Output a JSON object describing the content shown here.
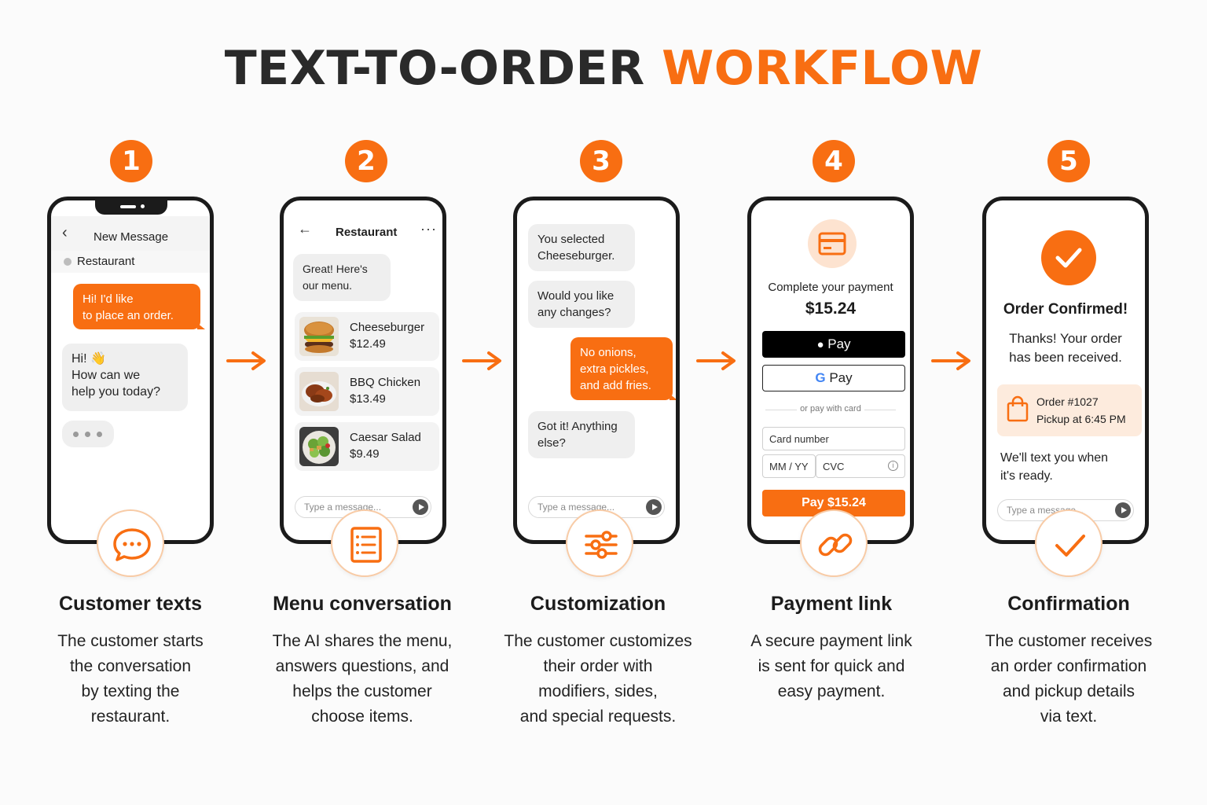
{
  "title": {
    "main": "TEXT-TO-ORDER",
    "accent": "WORKFLOW"
  },
  "colors": {
    "accent": "#f86e12",
    "phone_frame": "#1b1b1b",
    "bubble_grey": "#efefef"
  },
  "steps": [
    {
      "number": "1",
      "title": "Customer texts",
      "description": [
        "The customer starts",
        "the conversation",
        "by texting the",
        "restaurant."
      ],
      "icon": "chat-bubble-icon",
      "screen": {
        "header": "New Message",
        "contact": "Restaurant",
        "outgoing": [
          "Hi! I'd like",
          "to place an order."
        ],
        "incoming": [
          "Hi! 👋",
          "How can we",
          "help you today?"
        ]
      }
    },
    {
      "number": "2",
      "title": "Menu conversation",
      "description": [
        "The AI shares the menu,",
        "answers questions, and",
        "helps the customer",
        "choose items."
      ],
      "icon": "menu-list-icon",
      "screen": {
        "header": "Restaurant",
        "incoming": [
          "Great! Here's",
          "our menu."
        ],
        "items": [
          {
            "name": "Cheeseburger",
            "price": "$12.49"
          },
          {
            "name": "BBQ Chicken",
            "price": "$13.49"
          },
          {
            "name": "Caesar Salad",
            "price": "$9.49"
          }
        ],
        "placeholder": "Type a message..."
      }
    },
    {
      "number": "3",
      "title": "Customization",
      "description": [
        "The customer customizes",
        "their order with",
        "modifiers, sides,",
        "and special requests."
      ],
      "icon": "sliders-icon",
      "screen": {
        "msg1": [
          "You selected",
          "Cheeseburger."
        ],
        "msg2": [
          "Would you like",
          "any changes?"
        ],
        "reply": [
          "No onions,",
          "extra pickles,",
          "and add fries."
        ],
        "msg3": [
          "Got it! Anything",
          "else?"
        ],
        "placeholder": "Type a message..."
      }
    },
    {
      "number": "4",
      "title": "Payment link",
      "description": [
        "A secure payment link",
        "is sent for quick and",
        "easy payment."
      ],
      "icon": "link-icon",
      "screen": {
        "heading": "Complete your payment",
        "amount": "$15.24",
        "apple_pay": "Pay",
        "google_pay": "Pay",
        "divider": "or pay with card",
        "card_number": "Card number",
        "expiry": "MM / YY",
        "cvc": "CVC",
        "pay_button": "Pay $15.24"
      }
    },
    {
      "number": "5",
      "title": "Confirmation",
      "description": [
        "The customer receives",
        "an order confirmation",
        "and pickup details",
        "via text."
      ],
      "icon": "checkmark-icon",
      "screen": {
        "heading": "Order Confirmed!",
        "thanks": [
          "Thanks! Your order",
          "has been received."
        ],
        "order_number": "Order #1027",
        "pickup": "Pickup at 6:45 PM",
        "note": [
          "We'll text you when",
          "it's ready."
        ],
        "placeholder": "Type a message..."
      }
    }
  ]
}
